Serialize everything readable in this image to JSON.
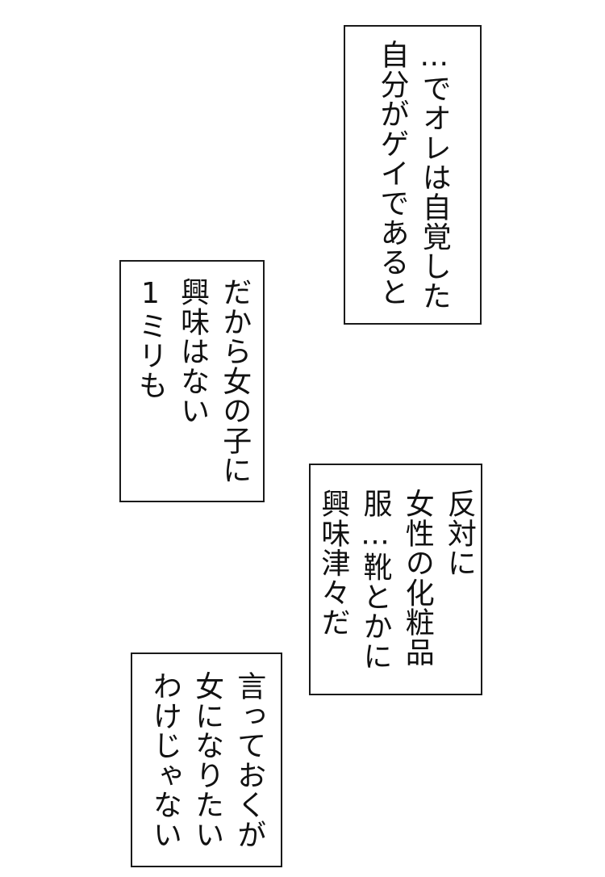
{
  "captions": [
    {
      "lines": [
        "…でオレは自覚した",
        "自分がゲイであると"
      ]
    },
    {
      "lines": [
        "だから女の子に",
        "興味はない",
        "1ミリも"
      ]
    },
    {
      "lines": [
        "反対に",
        "女性の化粧品",
        "服…靴とかに",
        "興味津々だ"
      ]
    },
    {
      "lines": [
        "言っておくが",
        "女になりたい",
        "わけじゃない"
      ]
    }
  ]
}
